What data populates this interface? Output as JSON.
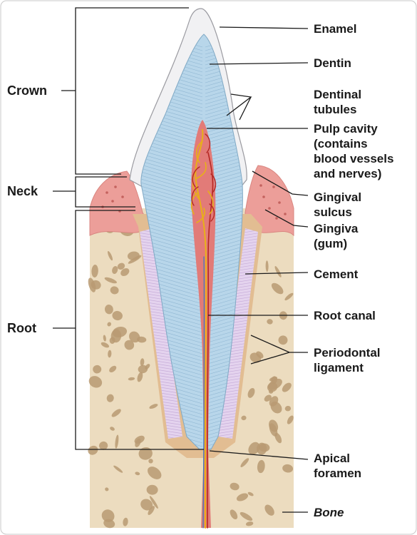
{
  "colors": {
    "enamel": "#f1f1f3",
    "dentin": "#b8d6ea",
    "pulp": "#e27b78",
    "gingiva": "#ec9e99",
    "bone": "#ecdcbf",
    "bone_spot": "#b89a72",
    "ligament": "#e4d3ee",
    "cement": "#e2bd92",
    "vessel_red": "#b52824",
    "nerve_yellow": "#e8b018",
    "line": "#1a1a1a"
  },
  "side_labels": {
    "crown": "Crown",
    "neck": "Neck",
    "root": "Root"
  },
  "labels": {
    "enamel": "Enamel",
    "dentin": "Dentin",
    "dentinal_tubules": [
      "Dentinal",
      "tubules"
    ],
    "pulp_cavity": [
      "Pulp cavity",
      "(contains",
      "blood vessels",
      "and nerves)"
    ],
    "gingival_sulcus": [
      "Gingival",
      "sulcus"
    ],
    "gingiva": [
      "Gingiva",
      "(gum)"
    ],
    "cement": "Cement",
    "root_canal": "Root canal",
    "periodontal_ligament": [
      "Periodontal",
      "ligament"
    ],
    "apical_foramen": [
      "Apical",
      "foramen"
    ],
    "bone": "Bone"
  }
}
